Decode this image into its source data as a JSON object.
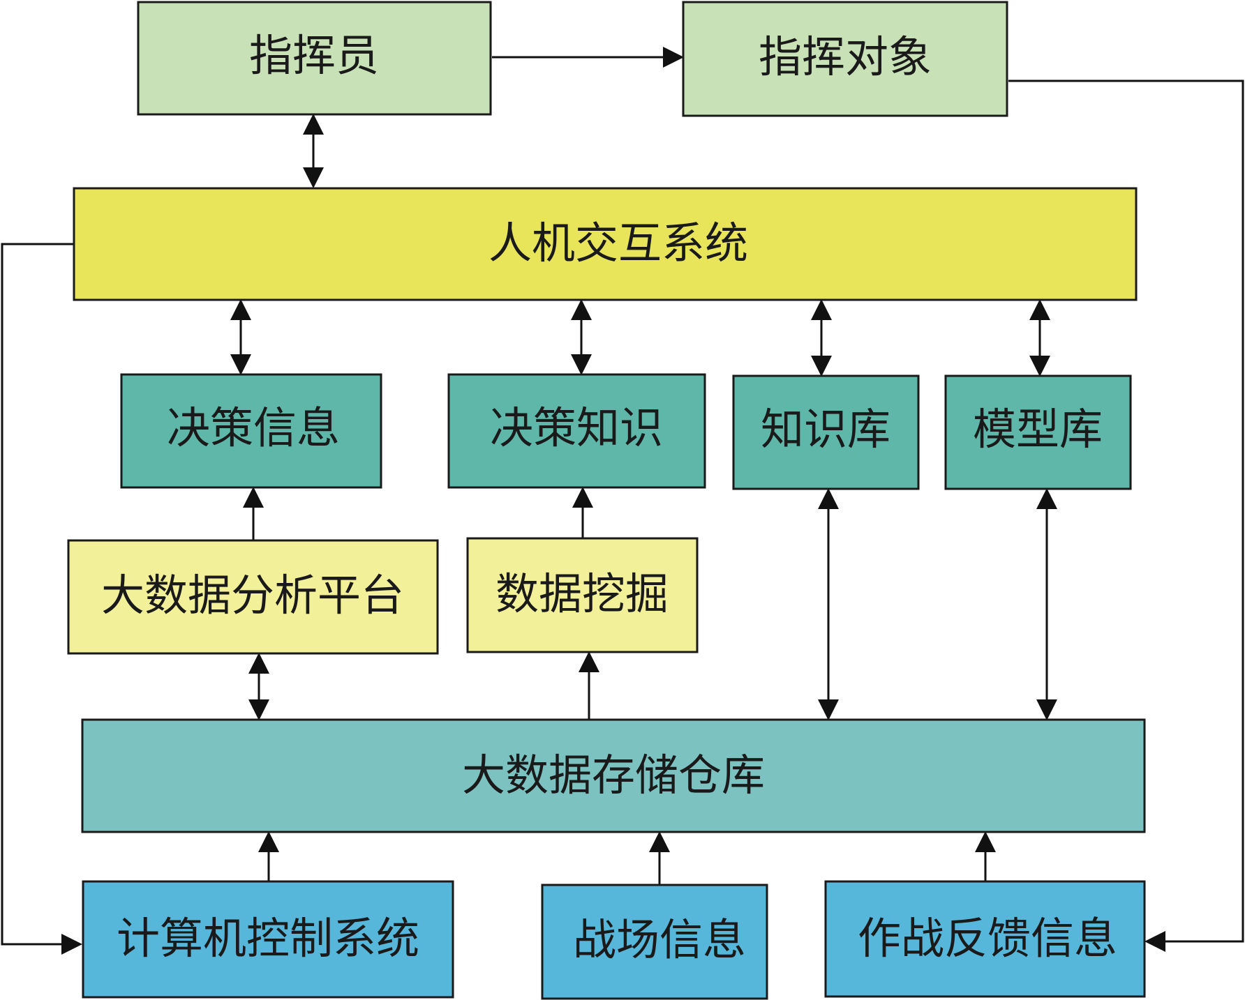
{
  "colors": {
    "top_green": "#c8e1b6",
    "hci_yellow": "#e9e55a",
    "teal_dark": "#5fb7aa",
    "pale_yellow": "#f2f099",
    "teal_light": "#7cc2c1",
    "blue": "#57b7db",
    "line": "#111111"
  },
  "nodes": {
    "commander": "指挥员",
    "command_target": "指挥对象",
    "hci_system": "人机交互系统",
    "decision_info": "决策信息",
    "decision_knowledge": "决策知识",
    "knowledge_base": "知识库",
    "model_base": "模型库",
    "bigdata_platform": "大数据分析平台",
    "data_mining": "数据挖掘",
    "bigdata_warehouse": "大数据存储仓库",
    "computer_control": "计算机控制系统",
    "battlefield_info": "战场信息",
    "combat_feedback": "作战反馈信息"
  }
}
